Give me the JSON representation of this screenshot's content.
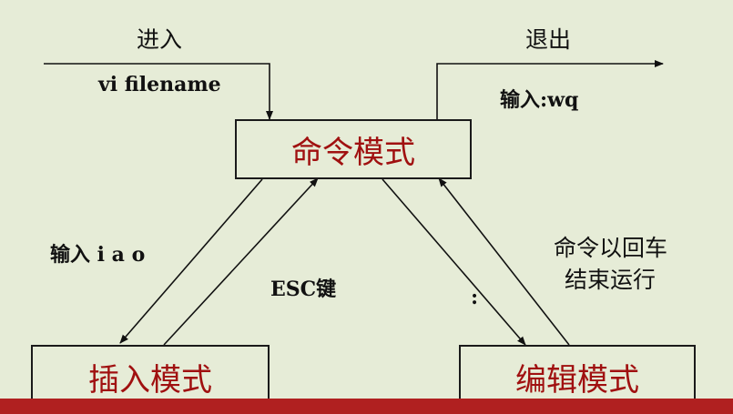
{
  "diagram": {
    "nodes": {
      "command_mode": "命令模式",
      "insert_mode": "插入模式",
      "edit_mode": "编辑模式"
    },
    "labels": {
      "enter": "进入",
      "enter_cmd": "vi filename",
      "exit": "退出",
      "exit_cmd": "输入:wq",
      "to_insert": "输入 i a o",
      "esc": "ESC键",
      "colon": ":",
      "cmd_end_line1": "命令以回车",
      "cmd_end_line2": "结束运行"
    }
  },
  "colors": {
    "background": "#e6ecd7",
    "node_text": "#a01010",
    "bottom_bar": "#b02020"
  }
}
